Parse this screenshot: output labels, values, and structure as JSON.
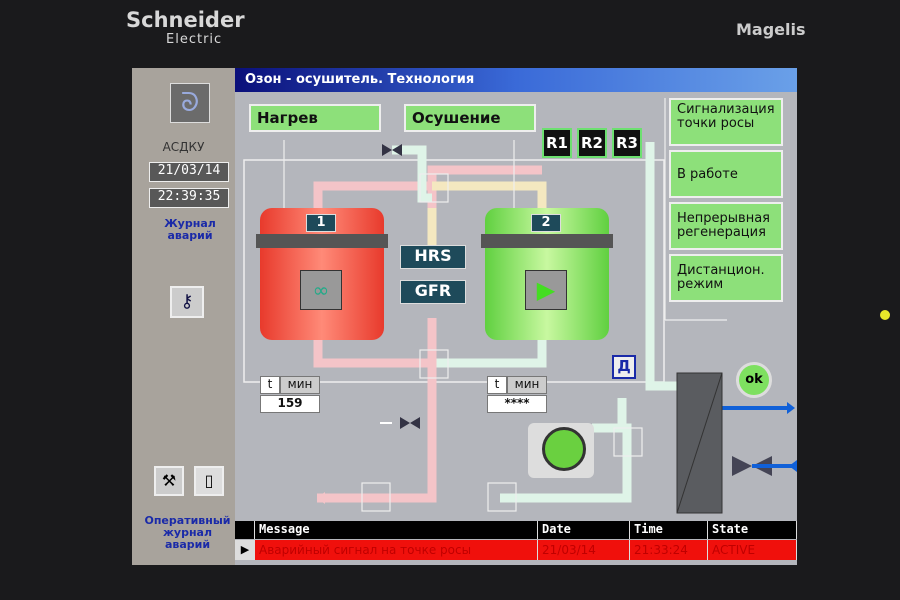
{
  "device": {
    "brand": "Schneider",
    "brand_sub": "Electric",
    "model": "Magelis"
  },
  "screen": {
    "title": "Озон - осушитель. Технология"
  },
  "sidebar": {
    "system": "АСДКУ",
    "date": "21/03/14",
    "time": "22:39:35",
    "alarm_journal": "Журнал аварий",
    "op_journal": "Оперативный журнал аварий"
  },
  "process": {
    "heating": "Нагрев",
    "drying": "Осушение",
    "relays": [
      "R1",
      "R2",
      "R3"
    ],
    "vessel1": "1",
    "vessel2": "2",
    "hrs": "HRS",
    "gfr": "GFR",
    "d_label": "Д",
    "ok": "ok",
    "timer1": {
      "t": "t",
      "unit": "мин",
      "value": "159"
    },
    "timer2": {
      "t": "t",
      "unit": "мин",
      "value": "****"
    }
  },
  "right_panel": [
    "Сигнализация точки росы",
    "В работе",
    "Непрерывная регенерация",
    "Дистанцион. режим"
  ],
  "alarms": {
    "headers": [
      "Message",
      "Date",
      "Time",
      "State"
    ],
    "rows": [
      {
        "message": "Аварийный сигнал на точке росы",
        "date": "21/03/14",
        "time": "21:33:24",
        "state": "ACTIVE"
      }
    ]
  },
  "colors": {
    "active_alarm": "#f0100c",
    "indicator_green": "#8de07a"
  }
}
